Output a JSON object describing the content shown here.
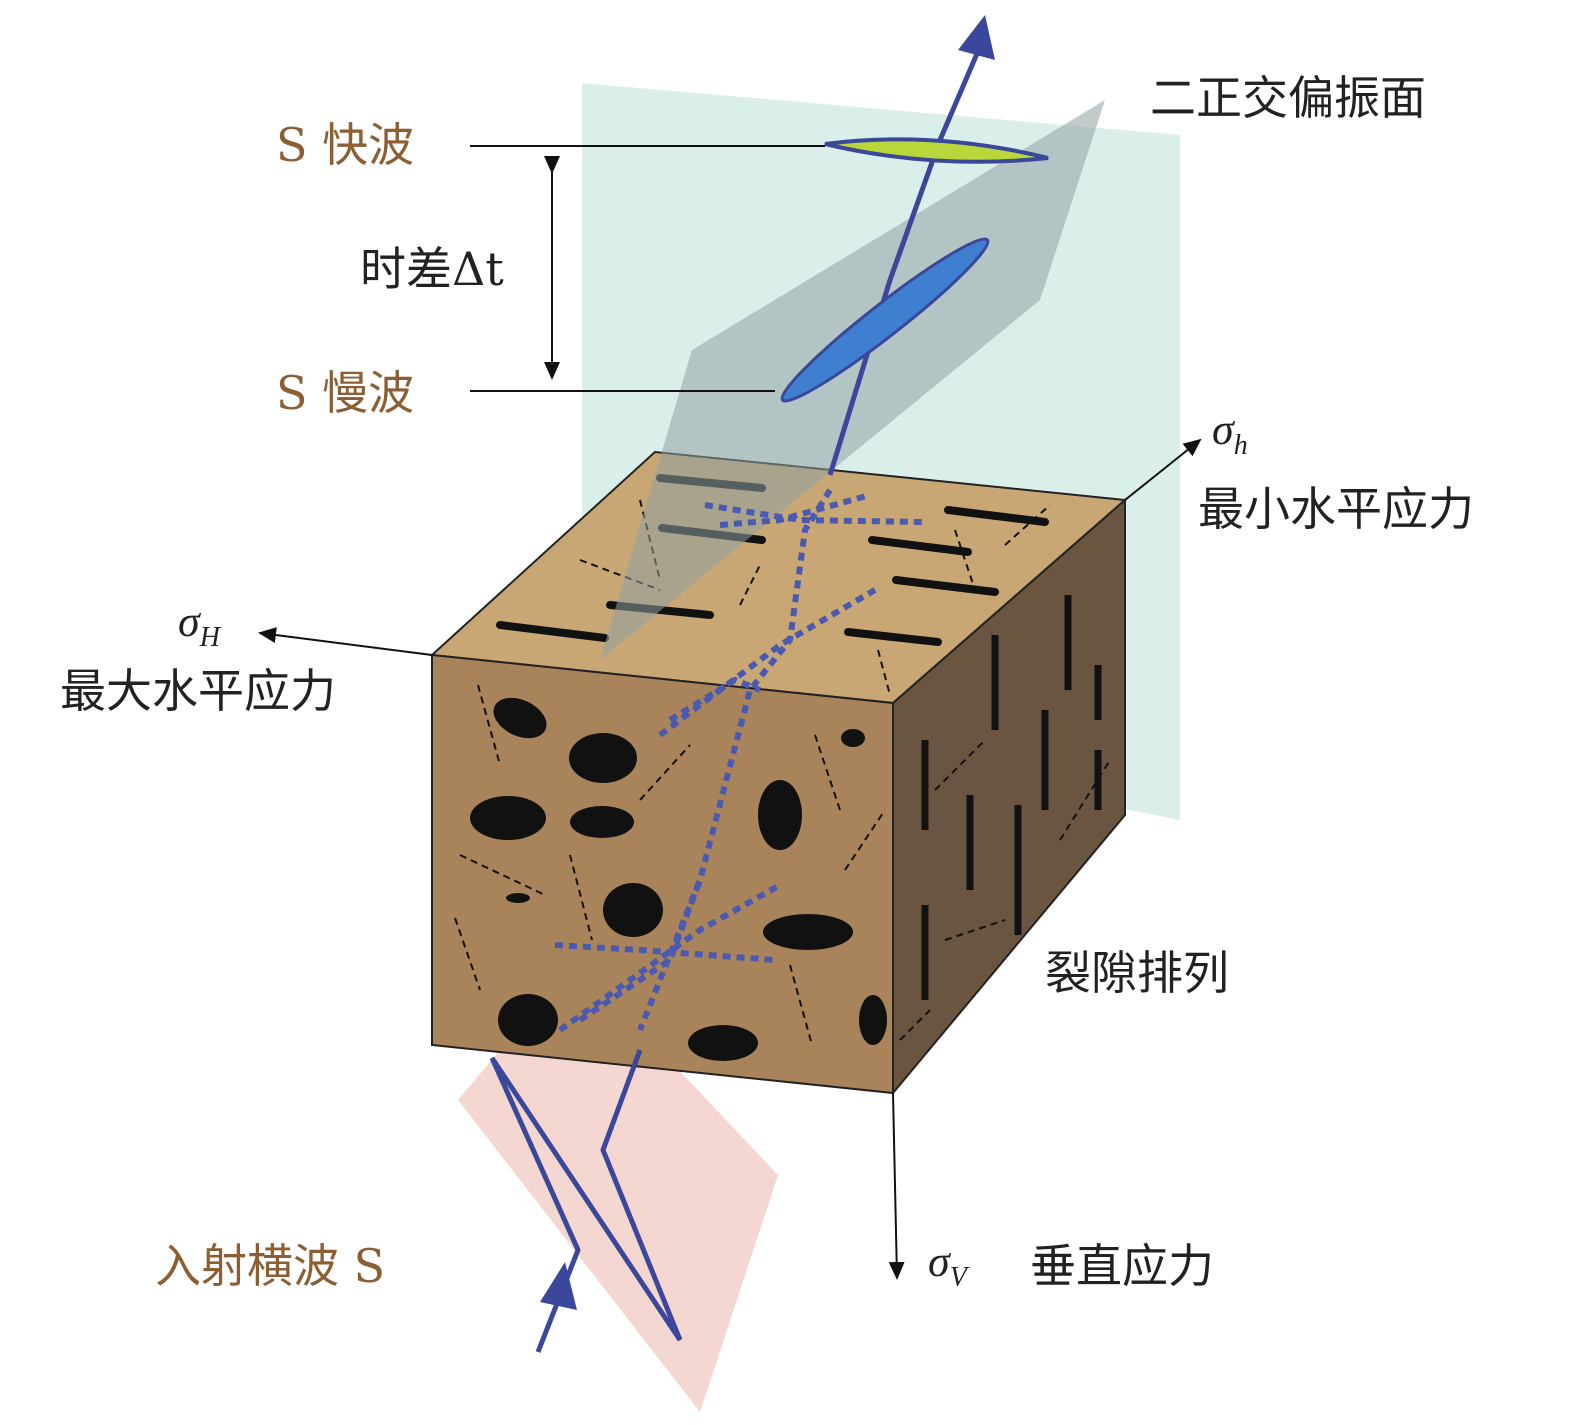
{
  "labels": {
    "fast_wave": "S 快波",
    "time_delay": "时差Δt",
    "slow_wave": "S 慢波",
    "polarization_planes": "二正交偏振面",
    "sigma_h": "σ",
    "sigma_h_sub": "h",
    "min_horizontal_stress": "最小水平应力",
    "sigma_H": "σ",
    "sigma_H_sub": "H",
    "max_horizontal_stress": "最大水平应力",
    "fracture_alignment": "裂隙排列",
    "incident_shear_wave": "入射横波 S",
    "sigma_V": "σ",
    "sigma_V_sub": "V",
    "vertical_stress": "垂直应力"
  },
  "colors": {
    "label_brown": "#8c5e34",
    "cube_top": "#c8a775",
    "cube_front": "#a9845a",
    "cube_side": "#6a5540",
    "wave_path": "#3a479a",
    "cyan_plane": "#cfeae3",
    "gray_plane": "#9aa8a8",
    "pink_plane": "#f2d0c8",
    "fast_wave": "#b9d63a",
    "slow_wave": "#3f7fcf"
  }
}
